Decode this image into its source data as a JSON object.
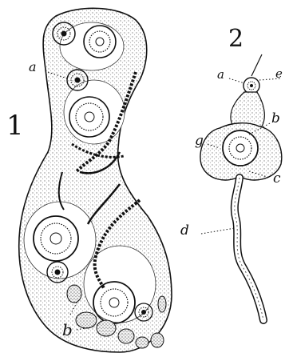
{
  "figures": [
    {
      "number": "1",
      "labels": {
        "a": "a",
        "b": "b"
      }
    },
    {
      "number": "2",
      "labels": {
        "a": "a",
        "e": "e",
        "b": "b",
        "g": "g",
        "c": "c",
        "d": "d"
      }
    }
  ],
  "colors": {
    "ink": "#111111",
    "stipple": "#8a8a8a",
    "paper": "#ffffff"
  }
}
